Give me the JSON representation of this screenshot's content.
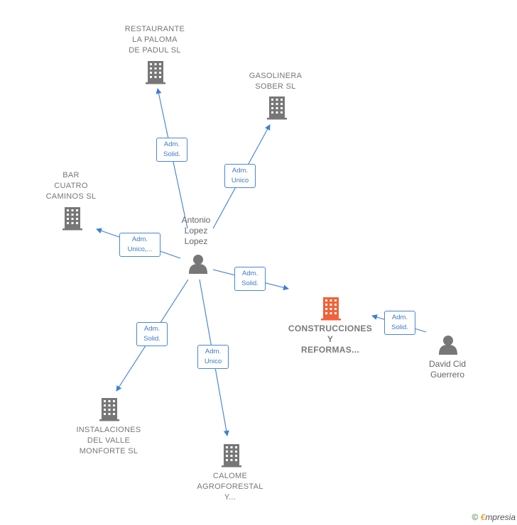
{
  "colors": {
    "edge": "#3e7fd6",
    "building": "#777777",
    "building_main": "#f0623a",
    "person": "#777777"
  },
  "companies": [
    {
      "id": "restaurante",
      "label": "RESTAURANTE\nLA PALOMA\nDE PADUL  SL",
      "main": false
    },
    {
      "id": "gasolinera",
      "label": "GASOLINERA\nSOBER SL",
      "main": false
    },
    {
      "id": "bar",
      "label": "BAR\nCUATRO\nCAMINOS  SL",
      "main": false
    },
    {
      "id": "construcciones",
      "label": "CONSTRUCCIONES\nY\nREFORMAS...",
      "main": true
    },
    {
      "id": "instalaciones",
      "label": "INSTALACIONES\nDEL VALLE\nMONFORTE  SL",
      "main": false
    },
    {
      "id": "calome",
      "label": "CALOME\nAGROFORESTAL\nY...",
      "main": false
    }
  ],
  "persons": [
    {
      "id": "antonio",
      "label": "Antonio\nLopez\nLopez"
    },
    {
      "id": "david",
      "label": "David Cid\nGuerrero"
    }
  ],
  "roles": [
    {
      "id": "r-restaurante",
      "label": "Adm.\nSolid."
    },
    {
      "id": "r-gasolinera",
      "label": "Adm.\nUnico"
    },
    {
      "id": "r-bar",
      "label": "Adm.\nUnico,..."
    },
    {
      "id": "r-construcciones",
      "label": "Adm.\nSolid."
    },
    {
      "id": "r-david",
      "label": "Adm.\nSolid."
    },
    {
      "id": "r-instalaciones",
      "label": "Adm.\nSolid."
    },
    {
      "id": "r-calome",
      "label": "Adm.\nUnico"
    }
  ],
  "footer": {
    "copyright": "©",
    "brand_first": "€",
    "brand_rest": "mpresia"
  }
}
